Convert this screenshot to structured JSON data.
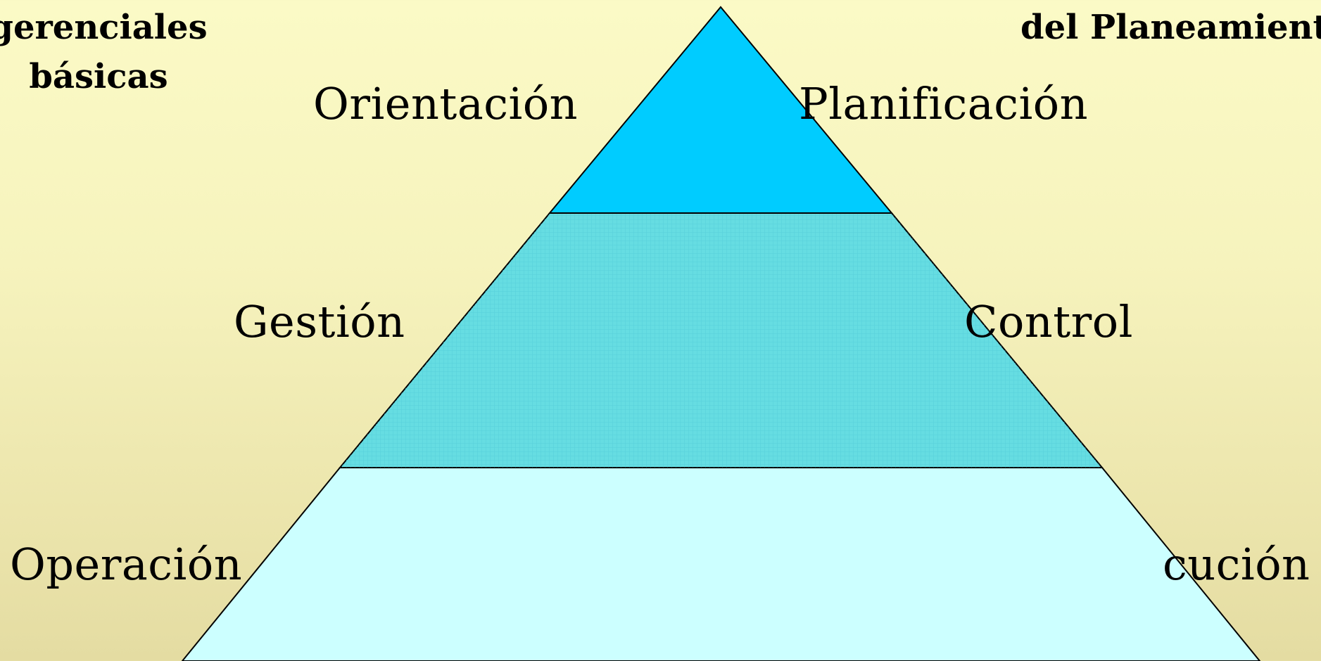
{
  "headings": {
    "left": [
      "gerenciales",
      "básicas"
    ],
    "right": [
      "del Planeamient"
    ]
  },
  "levels": {
    "top": {
      "left_label": "Orientación",
      "right_label": "Planificación"
    },
    "middle": {
      "left_label": "Gestión",
      "right_label": "Control"
    },
    "bottom": {
      "left_label": "Operación",
      "right_label": "cución"
    }
  },
  "colors": {
    "top_tier": "#00ccff",
    "middle_tier": "#66dde2",
    "middle_grid": "#4cc8d6",
    "bottom_tier": "#ccffff",
    "outline": "#000000"
  }
}
